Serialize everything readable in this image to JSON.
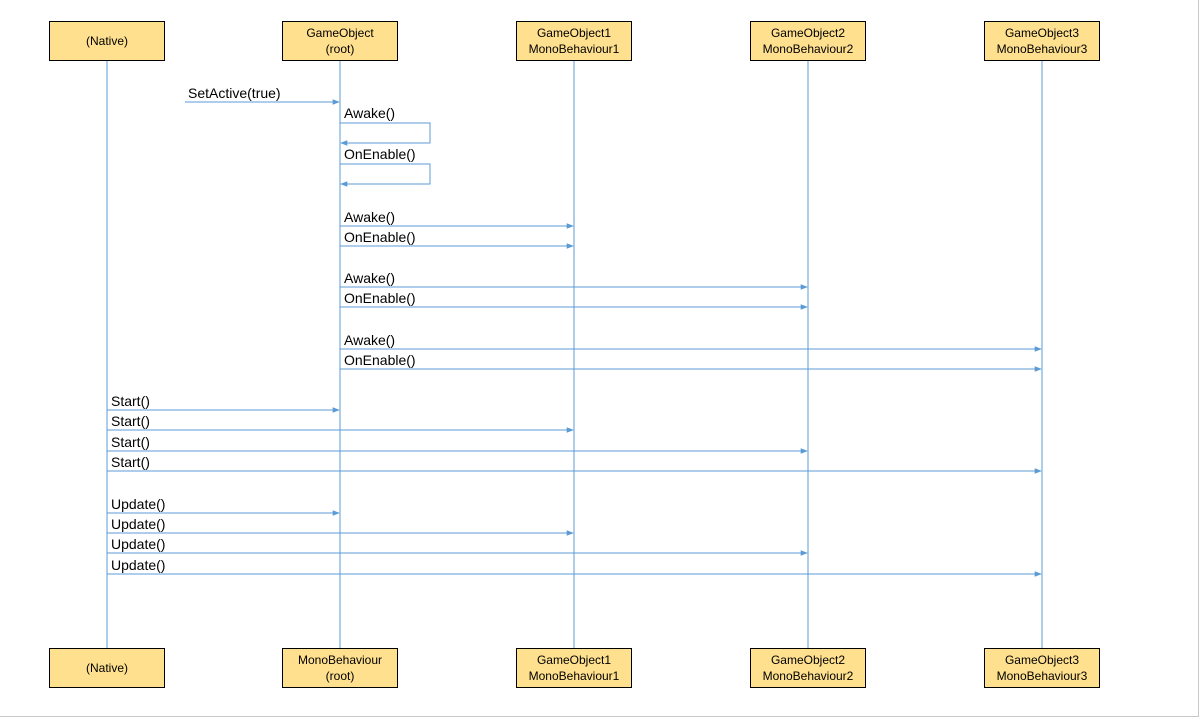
{
  "lifelines_top": [
    {
      "line1": "(Native)",
      "line2": ""
    },
    {
      "line1": "GameObject",
      "line2": "(root)"
    },
    {
      "line1": "GameObject1",
      "line2": "MonoBehaviour1"
    },
    {
      "line1": "GameObject2",
      "line2": "MonoBehaviour2"
    },
    {
      "line1": "GameObject3",
      "line2": "MonoBehaviour3"
    }
  ],
  "lifelines_bottom": [
    {
      "line1": "(Native)",
      "line2": ""
    },
    {
      "line1": "MonoBehaviour",
      "line2": "(root)"
    },
    {
      "line1": "GameObject1",
      "line2": "MonoBehaviour1"
    },
    {
      "line1": "GameObject2",
      "line2": "MonoBehaviour2"
    },
    {
      "line1": "GameObject3",
      "line2": "MonoBehaviour3"
    }
  ],
  "messages": [
    {
      "label": "SetActive(true)",
      "from": "external",
      "to": 1
    },
    {
      "label": "Awake()",
      "from": 1,
      "to": 1
    },
    {
      "label": "OnEnable()",
      "from": 1,
      "to": 1
    },
    {
      "label": "Awake()",
      "from": 1,
      "to": 2
    },
    {
      "label": "OnEnable()",
      "from": 1,
      "to": 2
    },
    {
      "label": "Awake()",
      "from": 1,
      "to": 3
    },
    {
      "label": "OnEnable()",
      "from": 1,
      "to": 3
    },
    {
      "label": "Awake()",
      "from": 1,
      "to": 4
    },
    {
      "label": "OnEnable()",
      "from": 1,
      "to": 4
    },
    {
      "label": "Start()",
      "from": 0,
      "to": 1
    },
    {
      "label": "Start()",
      "from": 0,
      "to": 2
    },
    {
      "label": "Start()",
      "from": 0,
      "to": 3
    },
    {
      "label": "Start()",
      "from": 0,
      "to": 4
    },
    {
      "label": "Update()",
      "from": 0,
      "to": 1
    },
    {
      "label": "Update()",
      "from": 0,
      "to": 2
    },
    {
      "label": "Update()",
      "from": 0,
      "to": 3
    },
    {
      "label": "Update()",
      "from": 0,
      "to": 4
    }
  ],
  "colors": {
    "arrow": "#5b9bd5",
    "box_fill": "#ffe08f",
    "box_border": "#000000"
  }
}
